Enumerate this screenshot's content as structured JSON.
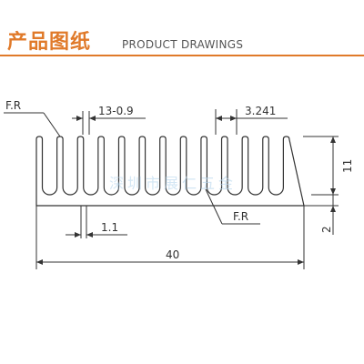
{
  "header": {
    "title_cn": "产品图纸",
    "title_en": "PRODUCT DRAWINGS"
  },
  "drawing": {
    "fin_count": 13,
    "fin_radius_label_top": "F.R",
    "fin_spacing_label": "13-0.9",
    "fin_pitch_label": "3.241",
    "fin_height_label": "11",
    "base_thickness_label": "2",
    "fin_thickness_label": "1.1",
    "fin_radius_label_bottom": "F.R",
    "overall_width_label": "40",
    "watermark": "深圳市展仁五金"
  },
  "colors": {
    "accent": "#e07a2a",
    "line": "#333333",
    "watermark": "#b7d7ee"
  }
}
